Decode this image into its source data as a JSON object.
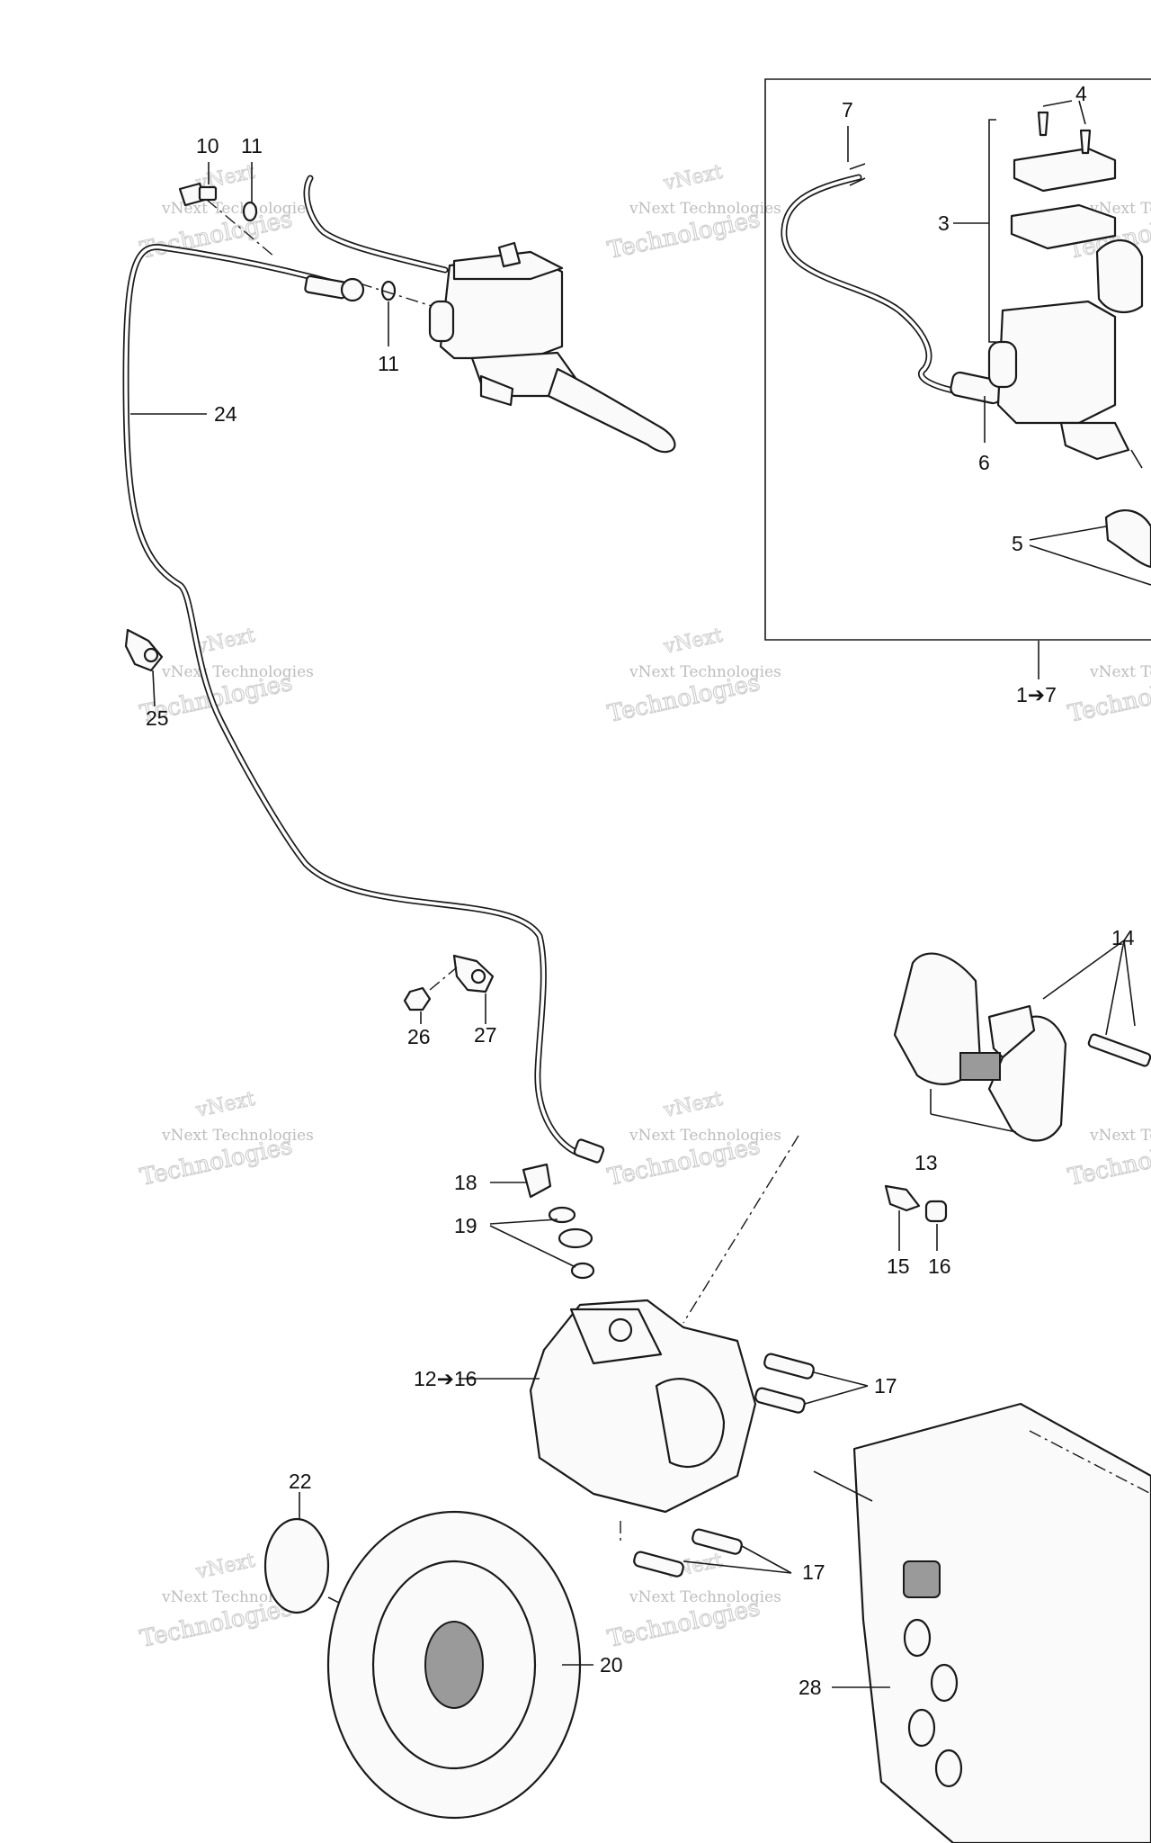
{
  "callouts": {
    "c1to7": "1➔7",
    "c3": "3",
    "c4": "4",
    "c5": "5",
    "c6": "6",
    "c7": "7",
    "c10": "10",
    "c11a": "11",
    "c11b": "11",
    "c12to16": "12➔16",
    "c13": "13",
    "c14": "14",
    "c15": "15",
    "c16": "16",
    "c17a": "17",
    "c17b": "17",
    "c18": "18",
    "c19": "19",
    "c20": "20",
    "c22": "22",
    "c24": "24",
    "c25": "25",
    "c26": "26",
    "c27": "27",
    "c28": "28"
  },
  "watermark": {
    "line1": "vNext Technologies",
    "line2": "Technologies",
    "line3": "vNext"
  },
  "colors": {
    "ink": "#1a1a1a",
    "watermark": "#c8c8c8",
    "background": "#ffffff"
  }
}
